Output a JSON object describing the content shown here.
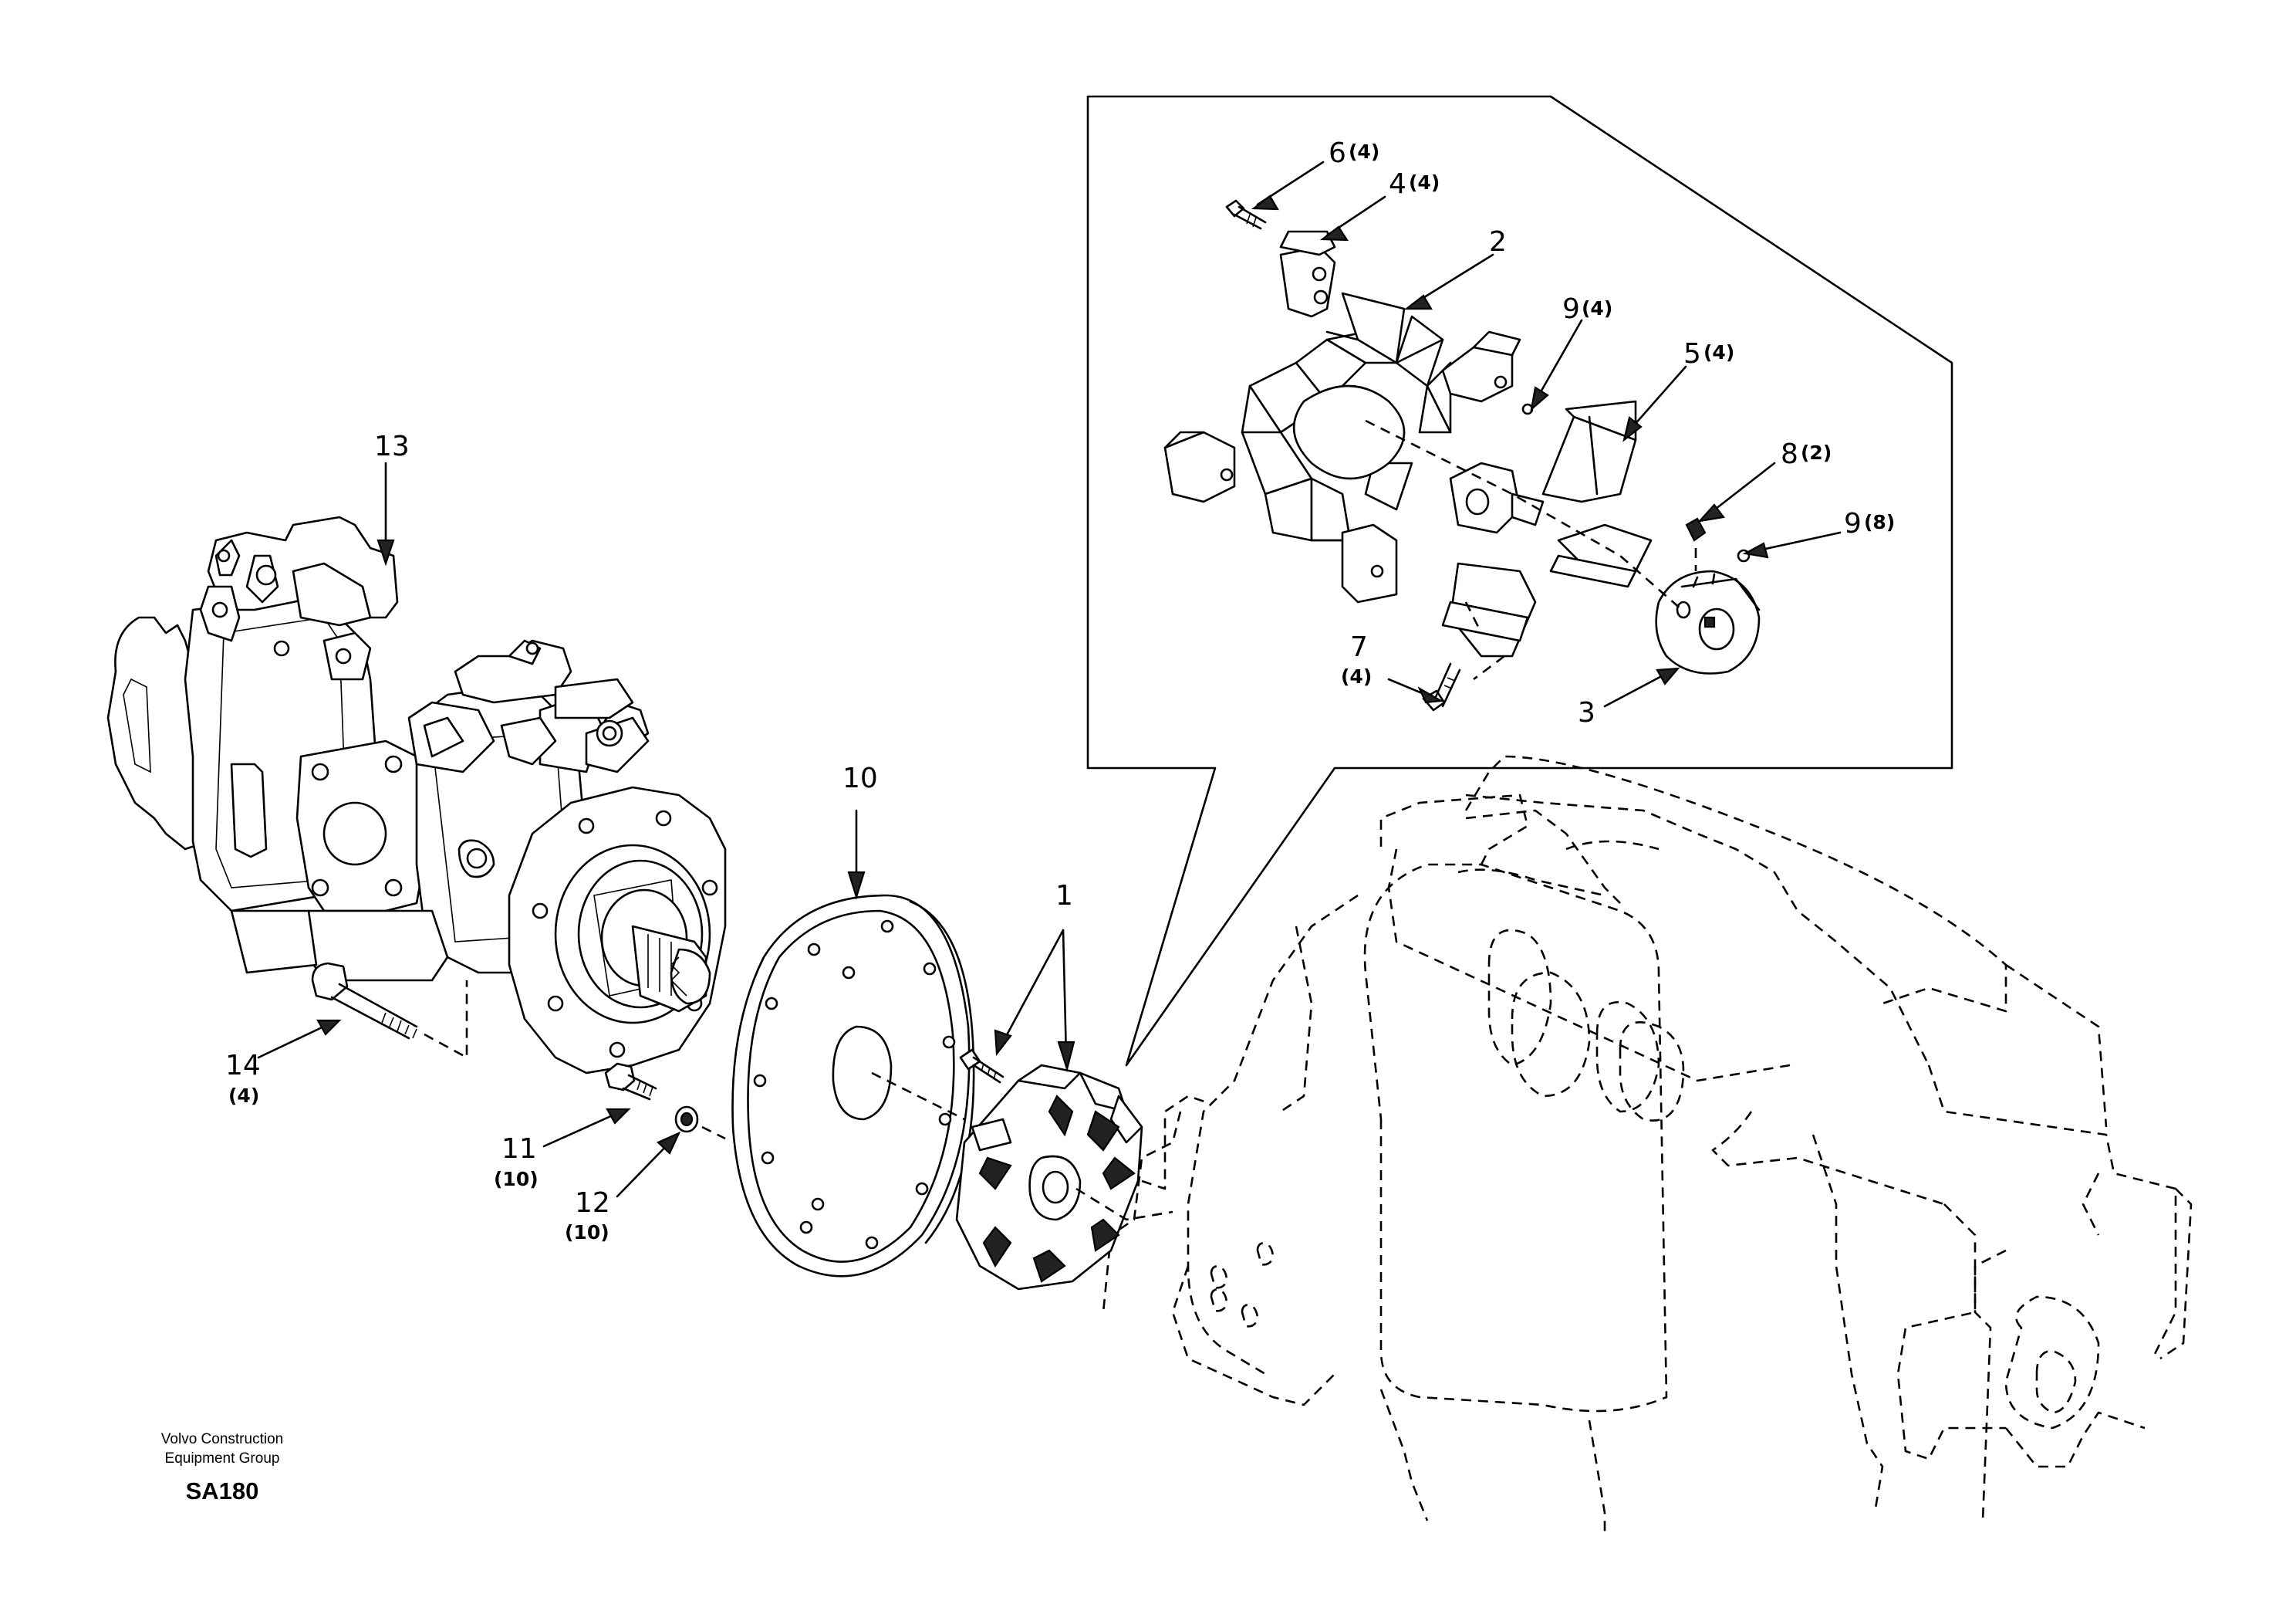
{
  "callouts": {
    "c1": {
      "num": "1",
      "qty": ""
    },
    "c2": {
      "num": "2",
      "qty": ""
    },
    "c3": {
      "num": "3",
      "qty": ""
    },
    "c4": {
      "num": "4",
      "qty": "(4)"
    },
    "c5": {
      "num": "5",
      "qty": "(4)"
    },
    "c6": {
      "num": "6",
      "qty": "(4)"
    },
    "c7": {
      "num": "7",
      "qty": "(4)"
    },
    "c8": {
      "num": "8",
      "qty": "(2)"
    },
    "c9a": {
      "num": "9",
      "qty": "(4)"
    },
    "c9b": {
      "num": "9",
      "qty": "(8)"
    },
    "c10": {
      "num": "10",
      "qty": ""
    },
    "c11": {
      "num": "11",
      "qty": "(10)"
    },
    "c12": {
      "num": "12",
      "qty": "(10)"
    },
    "c13": {
      "num": "13",
      "qty": ""
    },
    "c14": {
      "num": "14",
      "qty": "(4)"
    }
  },
  "footer": {
    "brand_line1": "Volvo Construction",
    "brand_line2": "Equipment Group",
    "code": "SA180"
  }
}
